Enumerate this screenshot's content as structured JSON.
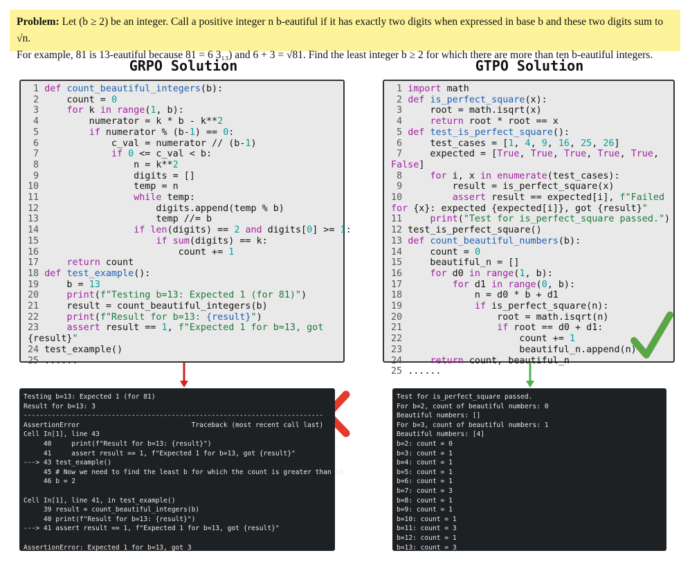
{
  "problem": {
    "label": "Problem:",
    "text1": "Let (b ≥ 2) be an integer. Call a positive integer n b-eautiful if it has exactly two digits when expressed in base b and these two digits sum to √n.",
    "text2": "For example, 81 is 13-eautiful because 81 = 6 3₁₃) and 6 + 3 = √81. Find the least integer b ≥ 2 for which there are more than ten b-eautiful integers."
  },
  "grpo": {
    "title": "GRPO Solution",
    "result_icon": "red-cross-icon",
    "result_color": "#e23b2c",
    "arrow_color": "#d42020",
    "code_lines": [
      "def count_beautiful_integers(b):",
      "    count = 0",
      "    for k in range(1, b):",
      "        numerator = k * b - k**2",
      "        if numerator % (b-1) == 0:",
      "            c_val = numerator // (b-1)",
      "            if 0 <= c_val < b:",
      "                n = k**2",
      "                digits = []",
      "                temp = n",
      "                while temp:",
      "                    digits.append(temp % b)",
      "                    temp //= b",
      "                if len(digits) == 2 and digits[0] >= 1:",
      "                    if sum(digits) == k:",
      "                        count += 1",
      "    return count",
      "def test_example():",
      "    b = 13",
      "    print(f\"Testing b=13: Expected 1 (for 81)\")",
      "    result = count_beautiful_integers(b)",
      "    print(f\"Result for b=13: {result}\")",
      "    assert result == 1, f\"Expected 1 for b=13, got\n{result}\"",
      "test_example()",
      "......"
    ],
    "output_lines": [
      "Testing b=13: Expected 1 (for 81)",
      "Result for b=13: 3",
      "---------------------------------------------------------------------------",
      "AssertionError                            Traceback (most recent call last)",
      "Cell In[1], line 43",
      "     40     print(f\"Result for b=13: {result}\")",
      "     41     assert result == 1, f\"Expected 1 for b=13, got {result}\"",
      "---> 43 test_example()",
      "     45 # Now we need to find the least b for which the count is greater than 10",
      "     46 b = 2",
      "",
      "Cell In[1], line 41, in test_example()",
      "     39 result = count_beautiful_integers(b)",
      "     40 print(f\"Result for b=13: {result}\")",
      "---> 41 assert result == 1, f\"Expected 1 for b=13, got {result}\"",
      "",
      "AssertionError: Expected 1 for b=13, got 3"
    ]
  },
  "gtpo": {
    "title": "GTPO Solution",
    "result_icon": "green-check-icon",
    "result_color": "#5aa646",
    "arrow_color": "#4fb04a",
    "code_lines": [
      "import math",
      "def is_perfect_square(x):",
      "    root = math.isqrt(x)",
      "    return root * root == x",
      "def test_is_perfect_square():",
      "    test_cases = [1, 4, 9, 16, 25, 26]",
      "    expected = [True, True, True, True, True,\nFalse]",
      "    for i, x in enumerate(test_cases):",
      "        result = is_perfect_square(x)",
      "        assert result == expected[i], f\"Failed\nfor {x}: expected {expected[i]}, got {result}\"",
      "    print(\"Test for is_perfect_square passed.\")",
      "test_is_perfect_square()",
      "def count_beautiful_numbers(b):",
      "    count = 0",
      "    beautiful_n = []",
      "    for d0 in range(1, b):",
      "        for d1 in range(0, b):",
      "            n = d0 * b + d1",
      "            if is_perfect_square(n):",
      "                root = math.isqrt(n)",
      "                if root == d0 + d1:",
      "                    count += 1",
      "                    beautiful_n.append(n)",
      "    return count, beautiful_n",
      "......"
    ],
    "output_lines": [
      "Test for is_perfect_square passed.",
      "For b=2, count of beautiful numbers: 0",
      "Beautiful numbers: []",
      "For b=3, count of beautiful numbers: 1",
      "Beautiful numbers: [4]",
      "b=2: count = 0",
      "b=3: count = 1",
      "b=4: count = 1",
      "b=5: count = 1",
      "b=6: count = 1",
      "b=7: count = 3",
      "b=8: count = 1",
      "b=9: count = 1",
      "b=10: count = 1",
      "b=11: count = 3",
      "b=12: count = 1",
      "b=13: count = 3",
      "..."
    ]
  }
}
